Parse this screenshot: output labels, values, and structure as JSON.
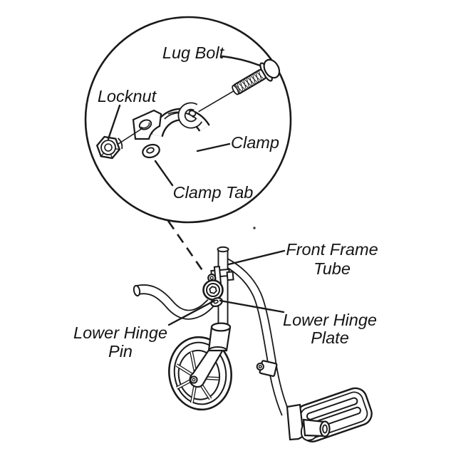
{
  "canvas": {
    "background": "#ffffff",
    "ink": "#1a1a1a"
  },
  "callout": {
    "labels": {
      "lug_bolt": "Lug Bolt",
      "locknut": "Locknut",
      "clamp": "Clamp",
      "clamp_tab": "Clamp Tab"
    }
  },
  "assembly": {
    "labels": {
      "front_frame_tube": {
        "line1": "Front Frame",
        "line2": "Tube"
      },
      "lower_hinge_pin": {
        "line1": "Lower Hinge",
        "line2": "Pin"
      },
      "lower_hinge_plate": {
        "line1": "Lower Hinge",
        "line2": "Plate"
      }
    }
  }
}
